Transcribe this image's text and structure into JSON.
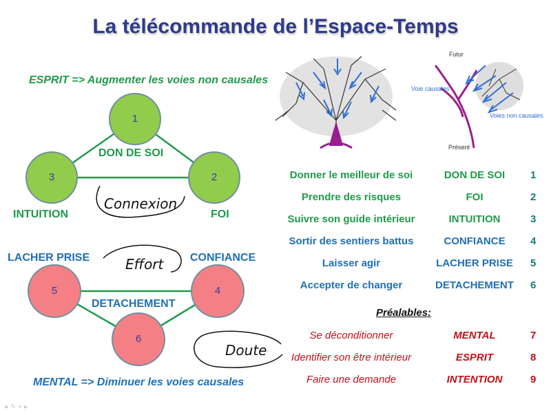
{
  "title": "La télécommande de l’Espace-Temps",
  "esprit_heading": "ESPRIT => Augmenter les voies non causales",
  "mental_heading": "MENTAL => Diminuer les voies causales",
  "top_triangle": {
    "nodes": [
      {
        "number": "1"
      },
      {
        "number": "2",
        "label": "FOI"
      },
      {
        "number": "3",
        "label": "INTUITION"
      }
    ],
    "edge_label": "DON DE SOI",
    "callout": "Connexion",
    "color": "#92cc4c"
  },
  "bottom_triangle": {
    "nodes": [
      {
        "number": "5",
        "label": "LACHER PRISE"
      },
      {
        "number": "4",
        "label": "CONFIANCE"
      },
      {
        "number": "6"
      }
    ],
    "edge_label": "DETACHEMENT",
    "callouts": [
      "Effort",
      "Doute"
    ],
    "color": "#f48085"
  },
  "tree_diagram": {
    "labels": {
      "futur": "Futur",
      "present": "Présent",
      "voie_causales": "Voie causales",
      "voies_non_causales": "Voies non causales"
    }
  },
  "table": {
    "rows": [
      {
        "action": "Donner le meilleur de soi",
        "keyword": "DON DE SOI",
        "number": "1"
      },
      {
        "action": "Prendre des risques",
        "keyword": "FOI",
        "number": "2"
      },
      {
        "action": "Suivre son guide intérieur",
        "keyword": "INTUITION",
        "number": "3"
      },
      {
        "action": "Sortir des sentiers battus",
        "keyword": "CONFIANCE",
        "number": "4"
      },
      {
        "action": "Laisser agir",
        "keyword": "LACHER PRISE",
        "number": "5"
      },
      {
        "action": "Accepter de changer",
        "keyword": "DETACHEMENT",
        "number": "6"
      }
    ],
    "prealables_heading": "Préalables:",
    "prealables": [
      {
        "action": "Se déconditionner",
        "keyword": "MENTAL",
        "number": "7"
      },
      {
        "action": "Identifier son être intérieur",
        "keyword": "ESPRIT",
        "number": "8"
      },
      {
        "action": "Faire une demande",
        "keyword": "INTENTION",
        "number": "9"
      }
    ]
  }
}
